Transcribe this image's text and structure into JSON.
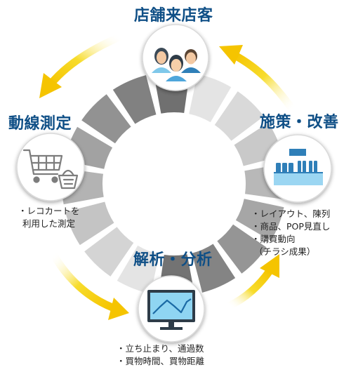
{
  "colors": {
    "title": "#0f4f86",
    "arrow": "#f5d20a",
    "ring_light": "#e3e3e3",
    "ring_mid": "#bdbdbd",
    "ring_dark": "#6b6b6b",
    "node_border": "#d7d7d7",
    "icon_blue": "#2f7fb8",
    "icon_light_blue": "#8fd0ef"
  },
  "nodes": [
    {
      "id": "visitors",
      "title": "店舗来店客",
      "icon": "customers-group-icon",
      "notes": []
    },
    {
      "id": "measure",
      "title": "動線測定",
      "icon": "shopping-cart-icon",
      "notes": [
        "・レコカートを",
        "利用した測定"
      ]
    },
    {
      "id": "analysis",
      "title": "解析・分析",
      "icon": "monitor-chart-icon",
      "notes": [
        "・立ち止まり、通過数",
        "・買物時間、買物距離"
      ]
    },
    {
      "id": "improve",
      "title": "施策・改善",
      "icon": "store-shelf-icon",
      "notes": [
        "・レイアウト、陳列",
        "・商品、POP見直し",
        "・購買動向",
        "（チラシ成果）"
      ]
    }
  ]
}
